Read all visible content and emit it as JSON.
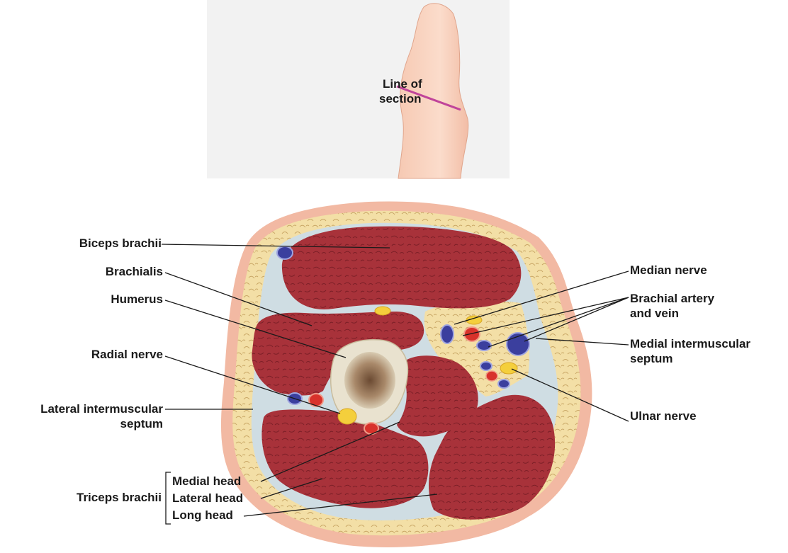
{
  "labels": {
    "line_of_section": [
      "Line of",
      "section"
    ],
    "biceps_brachii": "Biceps brachii",
    "brachialis": "Brachialis",
    "humerus": "Humerus",
    "radial_nerve": "Radial nerve",
    "lateral_intermuscular_septum": [
      "Lateral intermuscular",
      "septum"
    ],
    "triceps_brachii": "Triceps brachii",
    "medial_head": "Medial head",
    "lateral_head": "Lateral head",
    "long_head": "Long head",
    "median_nerve": "Median nerve",
    "brachial_artery_and_vein": [
      "Brachial artery",
      "and vein"
    ],
    "medial_intermuscular_septum": [
      "Medial intermuscular",
      "septum"
    ],
    "ulnar_nerve": "Ulnar nerve"
  },
  "colors": {
    "skin": "#f2b9a3",
    "fat": "#f3dfa6",
    "fascia": "#cfdde3",
    "muscle": "#a8323a",
    "bone": "#e9e2cf",
    "marrow": "#8b6a4c",
    "artery": "#d8322b",
    "vein": "#3b3f9e",
    "nerve": "#f4cf3c",
    "section_line": "#c0449a"
  }
}
